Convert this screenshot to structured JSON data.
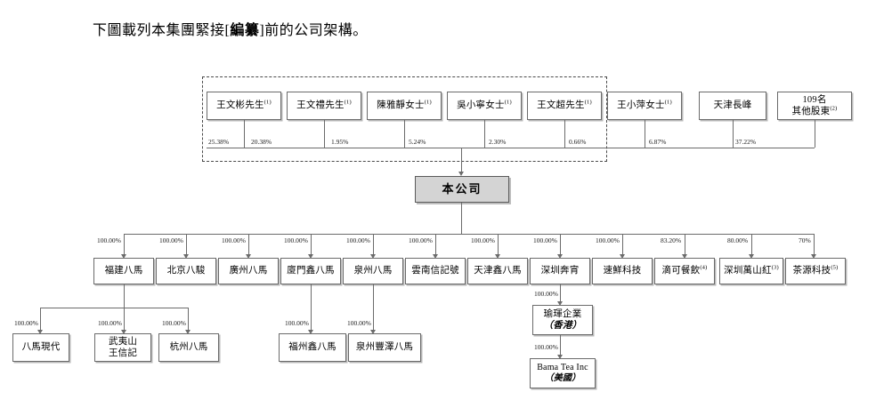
{
  "caption": {
    "prefix": "下圖載列本集團緊接[",
    "bold": "編纂",
    "suffix": "]前的公司架構。"
  },
  "company": {
    "label": "本公司"
  },
  "shareholders": [
    {
      "name": "王文彬先生",
      "sup": "(1)",
      "pct": "25.38%"
    },
    {
      "name": "王文禮先生",
      "sup": "(1)",
      "pct": "20.38%"
    },
    {
      "name": "陳雅靜女士",
      "sup": "(1)",
      "pct": "1.95%"
    },
    {
      "name": "吳小寧女士",
      "sup": "(1)",
      "pct": "5.24%"
    },
    {
      "name": "王文超先生",
      "sup": "(1)",
      "pct": "2.30%"
    },
    {
      "name": "王小萍女士",
      "sup": "(1)",
      "pct": "0.66%"
    },
    {
      "name": "天津長峰",
      "sup": "",
      "pct": "6.87%"
    },
    {
      "name": "109名",
      "name2": "其他股東",
      "sup": "(2)",
      "pct": "37.22%"
    }
  ],
  "subsidiaries": [
    {
      "name": "福建八馬",
      "sup": "",
      "pct": "100.00%"
    },
    {
      "name": "北京八駿",
      "sup": "",
      "pct": "100.00%"
    },
    {
      "name": "廣州八馬",
      "sup": "",
      "pct": "100.00%"
    },
    {
      "name": "廈門鑫八馬",
      "sup": "",
      "pct": "100.00%"
    },
    {
      "name": "泉州八馬",
      "sup": "",
      "pct": "100.00%"
    },
    {
      "name": "雲南信記號",
      "sup": "",
      "pct": "100.00%"
    },
    {
      "name": "天津鑫八馬",
      "sup": "",
      "pct": "100.00%"
    },
    {
      "name": "深圳奔宵",
      "sup": "",
      "pct": "100.00%"
    },
    {
      "name": "速鮮科技",
      "sup": "",
      "pct": "100.00%"
    },
    {
      "name": "滴可餐飲",
      "sup": "(4)",
      "pct": "83.20%"
    },
    {
      "name": "深圳萬山紅",
      "sup": "(3)",
      "pct": "80.00%"
    },
    {
      "name": "茶源科技",
      "sup": "(5)",
      "pct": "70%"
    }
  ],
  "third_level": [
    {
      "name": "八馬現代",
      "name2": "",
      "pct": "100.00%"
    },
    {
      "name": "武夷山",
      "name2": "王信記",
      "pct": "100.00%"
    },
    {
      "name": "杭州八馬",
      "name2": "",
      "pct": "100.00%"
    },
    {
      "name": "福州鑫八馬",
      "name2": "",
      "pct": "100.00%"
    },
    {
      "name": "泉州豐澤八馬",
      "name2": "",
      "pct": "100.00%"
    }
  ],
  "chain": [
    {
      "name": "瑜琿企業",
      "region": "（香港）",
      "pct": "100.00%"
    },
    {
      "name": "Bama Tea Inc",
      "region": "（美國）",
      "pct": "100.00%"
    }
  ]
}
